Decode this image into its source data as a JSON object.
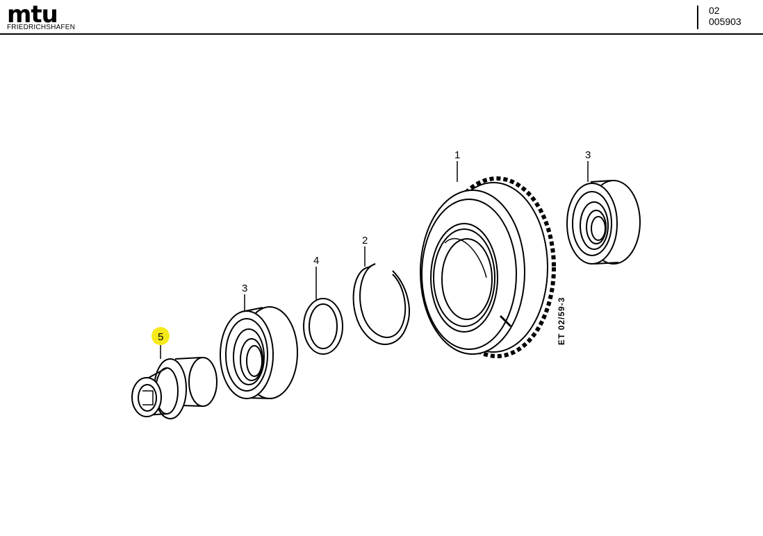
{
  "header": {
    "logo_text": "mtu",
    "logo_subtext": "FRIEDRICHSHAFEN",
    "group_number": "02",
    "drawing_number": "005903"
  },
  "diagram": {
    "drawing_code": "ET 02/59-3",
    "highlight_color": "#f5e91a",
    "callouts": [
      "1",
      "2",
      "3",
      "3",
      "4",
      "5"
    ],
    "highlighted_callout": "5"
  }
}
